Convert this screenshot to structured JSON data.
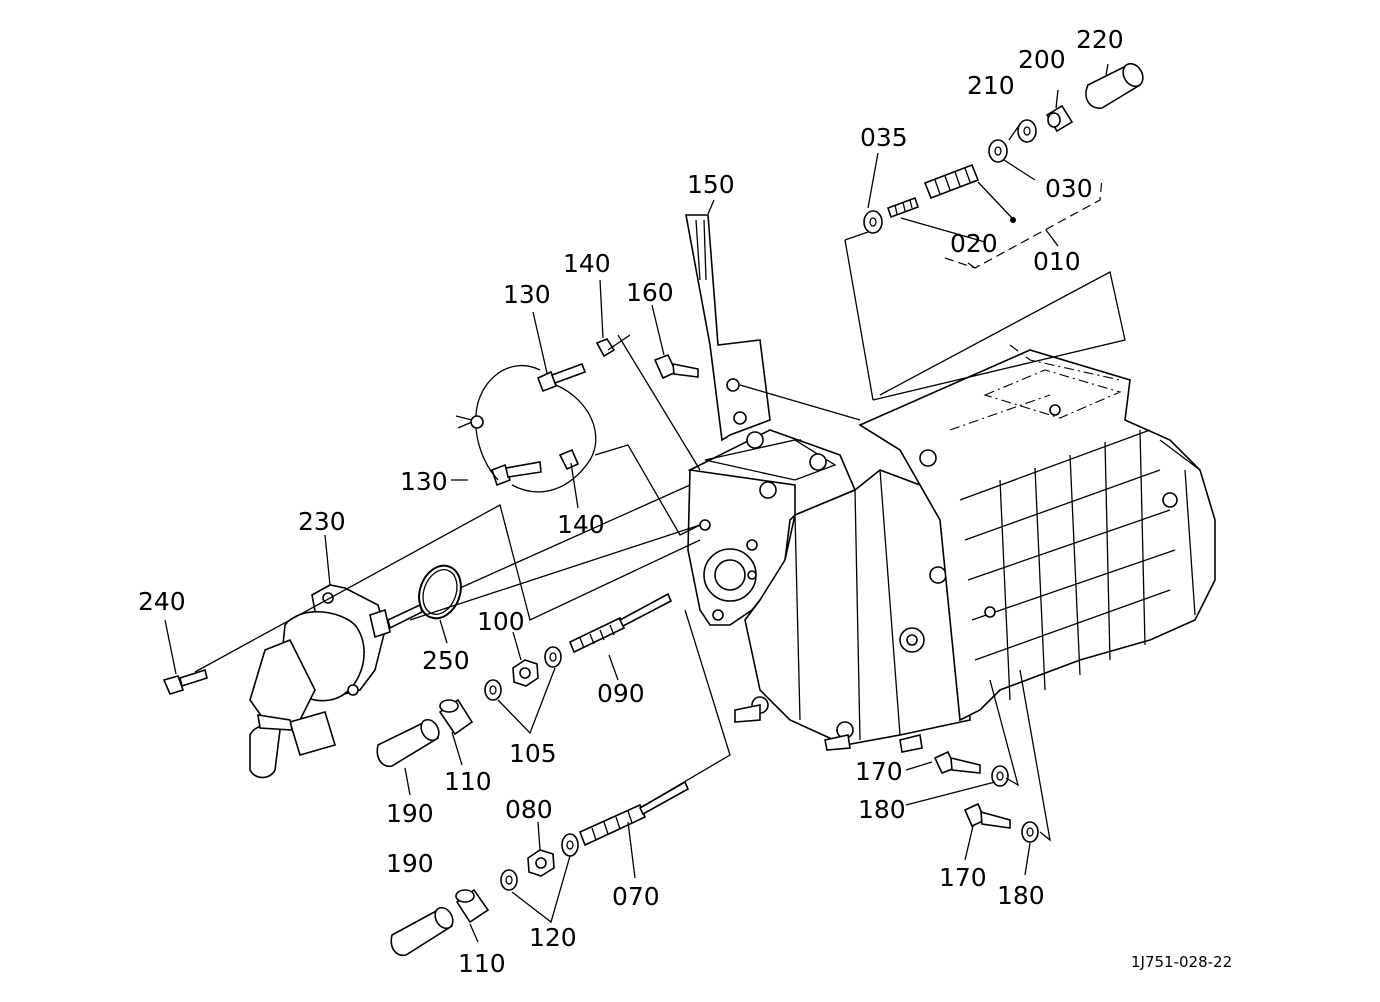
{
  "diagram": {
    "drawing_code": "1J751-028-22",
    "callouts": [
      "010",
      "020",
      "030",
      "035",
      "070",
      "080",
      "090",
      "100",
      "105",
      "110",
      "120",
      "130",
      "140",
      "150",
      "160",
      "170",
      "180",
      "190",
      "200",
      "210",
      "220",
      "230",
      "240",
      "250"
    ],
    "color": "#000000"
  }
}
